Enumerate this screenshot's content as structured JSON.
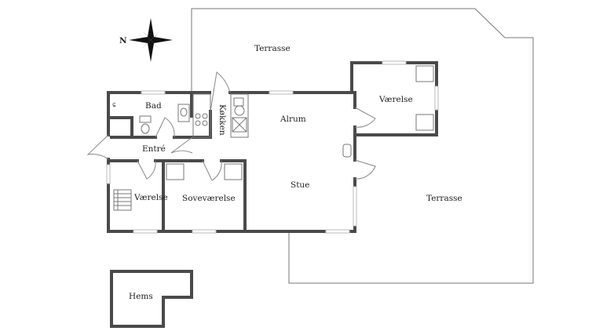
{
  "compass": {
    "label": "N"
  },
  "rooms": {
    "terrasse_top": "Terrasse",
    "terrasse_right": "Terrasse",
    "vaerelse_ne": "Værelse",
    "bad": "Bad",
    "kokken": "Køkken",
    "alrum": "Alrum",
    "entre": "Entré",
    "stue": "Stue",
    "vaerelse_sw": "Værelse",
    "sovevaerelse": "Soveværelse",
    "hems": "Hems"
  }
}
